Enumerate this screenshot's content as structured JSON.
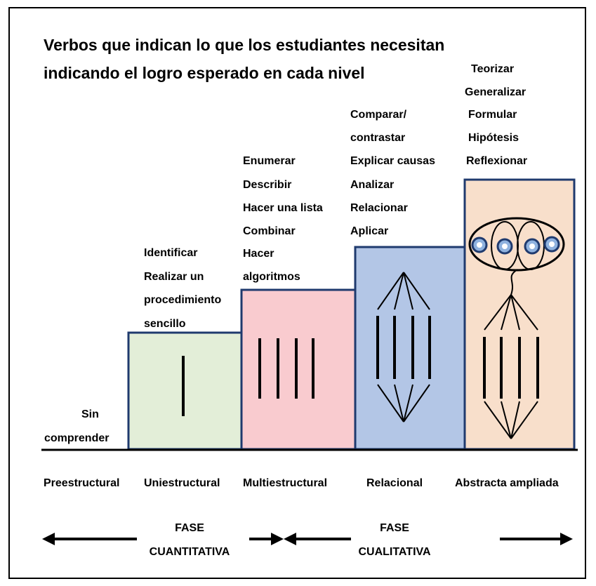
{
  "title": {
    "line1": "Verbos que indican lo que los estudiantes necesitan",
    "line2": "indicando el logro esperado en cada nivel"
  },
  "colors": {
    "border": "#1f3a6e",
    "uniestructural": "#e3eed8",
    "multiestructural": "#f9cbcf",
    "relacional": "#b3c6e6",
    "abstracta": "#f8dfcb",
    "node": "#8fb2df"
  },
  "verbs": {
    "preestructural": [
      "Sin",
      "comprender"
    ],
    "uniestructural": [
      "Identificar",
      "Realizar un",
      "procedimiento",
      "sencillo"
    ],
    "multiestructural": [
      "Enumerar",
      "Describir",
      "Hacer una lista",
      "Combinar",
      "Hacer",
      "algoritmos"
    ],
    "relacional": [
      "Comparar/",
      "contrastar",
      "Explicar causas",
      "Analizar",
      "Relacionar",
      "Aplicar"
    ],
    "abstracta": [
      "Teorizar",
      "Generalizar",
      "Formular",
      "Hipótesis",
      "Reflexionar"
    ]
  },
  "levels": [
    "Preestructural",
    "Uniestructural",
    "Multiestructural",
    "Relacional",
    "Abstracta ampliada"
  ],
  "phases": {
    "cuantitativa": [
      "FASE",
      "CUANTITATIVA"
    ],
    "cualitativa": [
      "FASE",
      "CUALITATIVA"
    ]
  }
}
